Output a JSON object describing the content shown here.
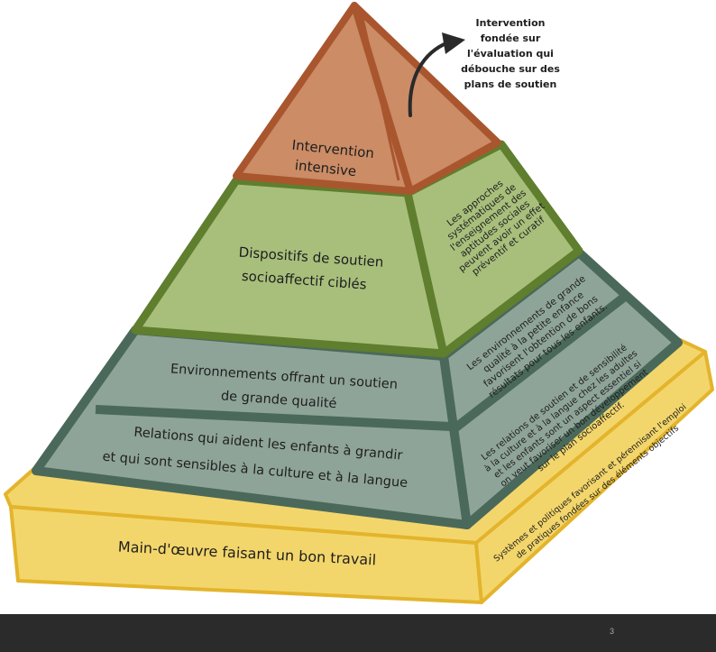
{
  "diagram": {
    "top_note": [
      "Intervention",
      "fondée sur",
      "l'évaluation qui",
      "débouche sur des",
      "plans de soutien"
    ],
    "levels": {
      "intensive": {
        "label": [
          "Intervention",
          "intensive"
        ]
      },
      "targeted": {
        "label": [
          "Dispositifs de soutien",
          "socioaffectif ciblés"
        ],
        "side": [
          "Les approches",
          "systématiques de",
          "l'enseignement des",
          "aptitudes sociales",
          "peuvent avoir un effet",
          "préventif et curatif"
        ]
      },
      "high_quality": {
        "label": [
          "Environnements offrant un soutien",
          "de grande qualité"
        ],
        "side": [
          "Les environnements de grande",
          "qualité à la petite enfance",
          "favorisent l'obtention de bons",
          "résultats pour tous les enfants."
        ]
      },
      "relationships": {
        "label": [
          "Relations qui aident les enfants à grandir",
          "et qui sont sensibles à la culture et à la langue"
        ],
        "side": [
          "Les relations de soutien et de sensibilité",
          "à la culture et à la langue chez les adultes",
          "et les enfants sont un aspect essentiel si",
          "on veut favoriser un bon développement",
          "sur le plan socioaffectif."
        ]
      },
      "workforce": {
        "label": [
          "Main-d'œuvre faisant un bon travail"
        ],
        "side": [
          "Systèmes et politiques favorisant et pérennisant l'emploi",
          "de pratiques fondées sur des éléments objectifs"
        ]
      }
    },
    "colors": {
      "orange_fill": "#cb8c66",
      "orange_border": "#a9562e",
      "green_fill": "#a8bf7c",
      "green_border": "#5f7e2e",
      "teal_fill": "#8fa499",
      "teal_border": "#4a695b",
      "yellow_fill": "#f3d66b",
      "yellow_border": "#e3b42c"
    }
  },
  "footer": {
    "page_number": "3"
  }
}
